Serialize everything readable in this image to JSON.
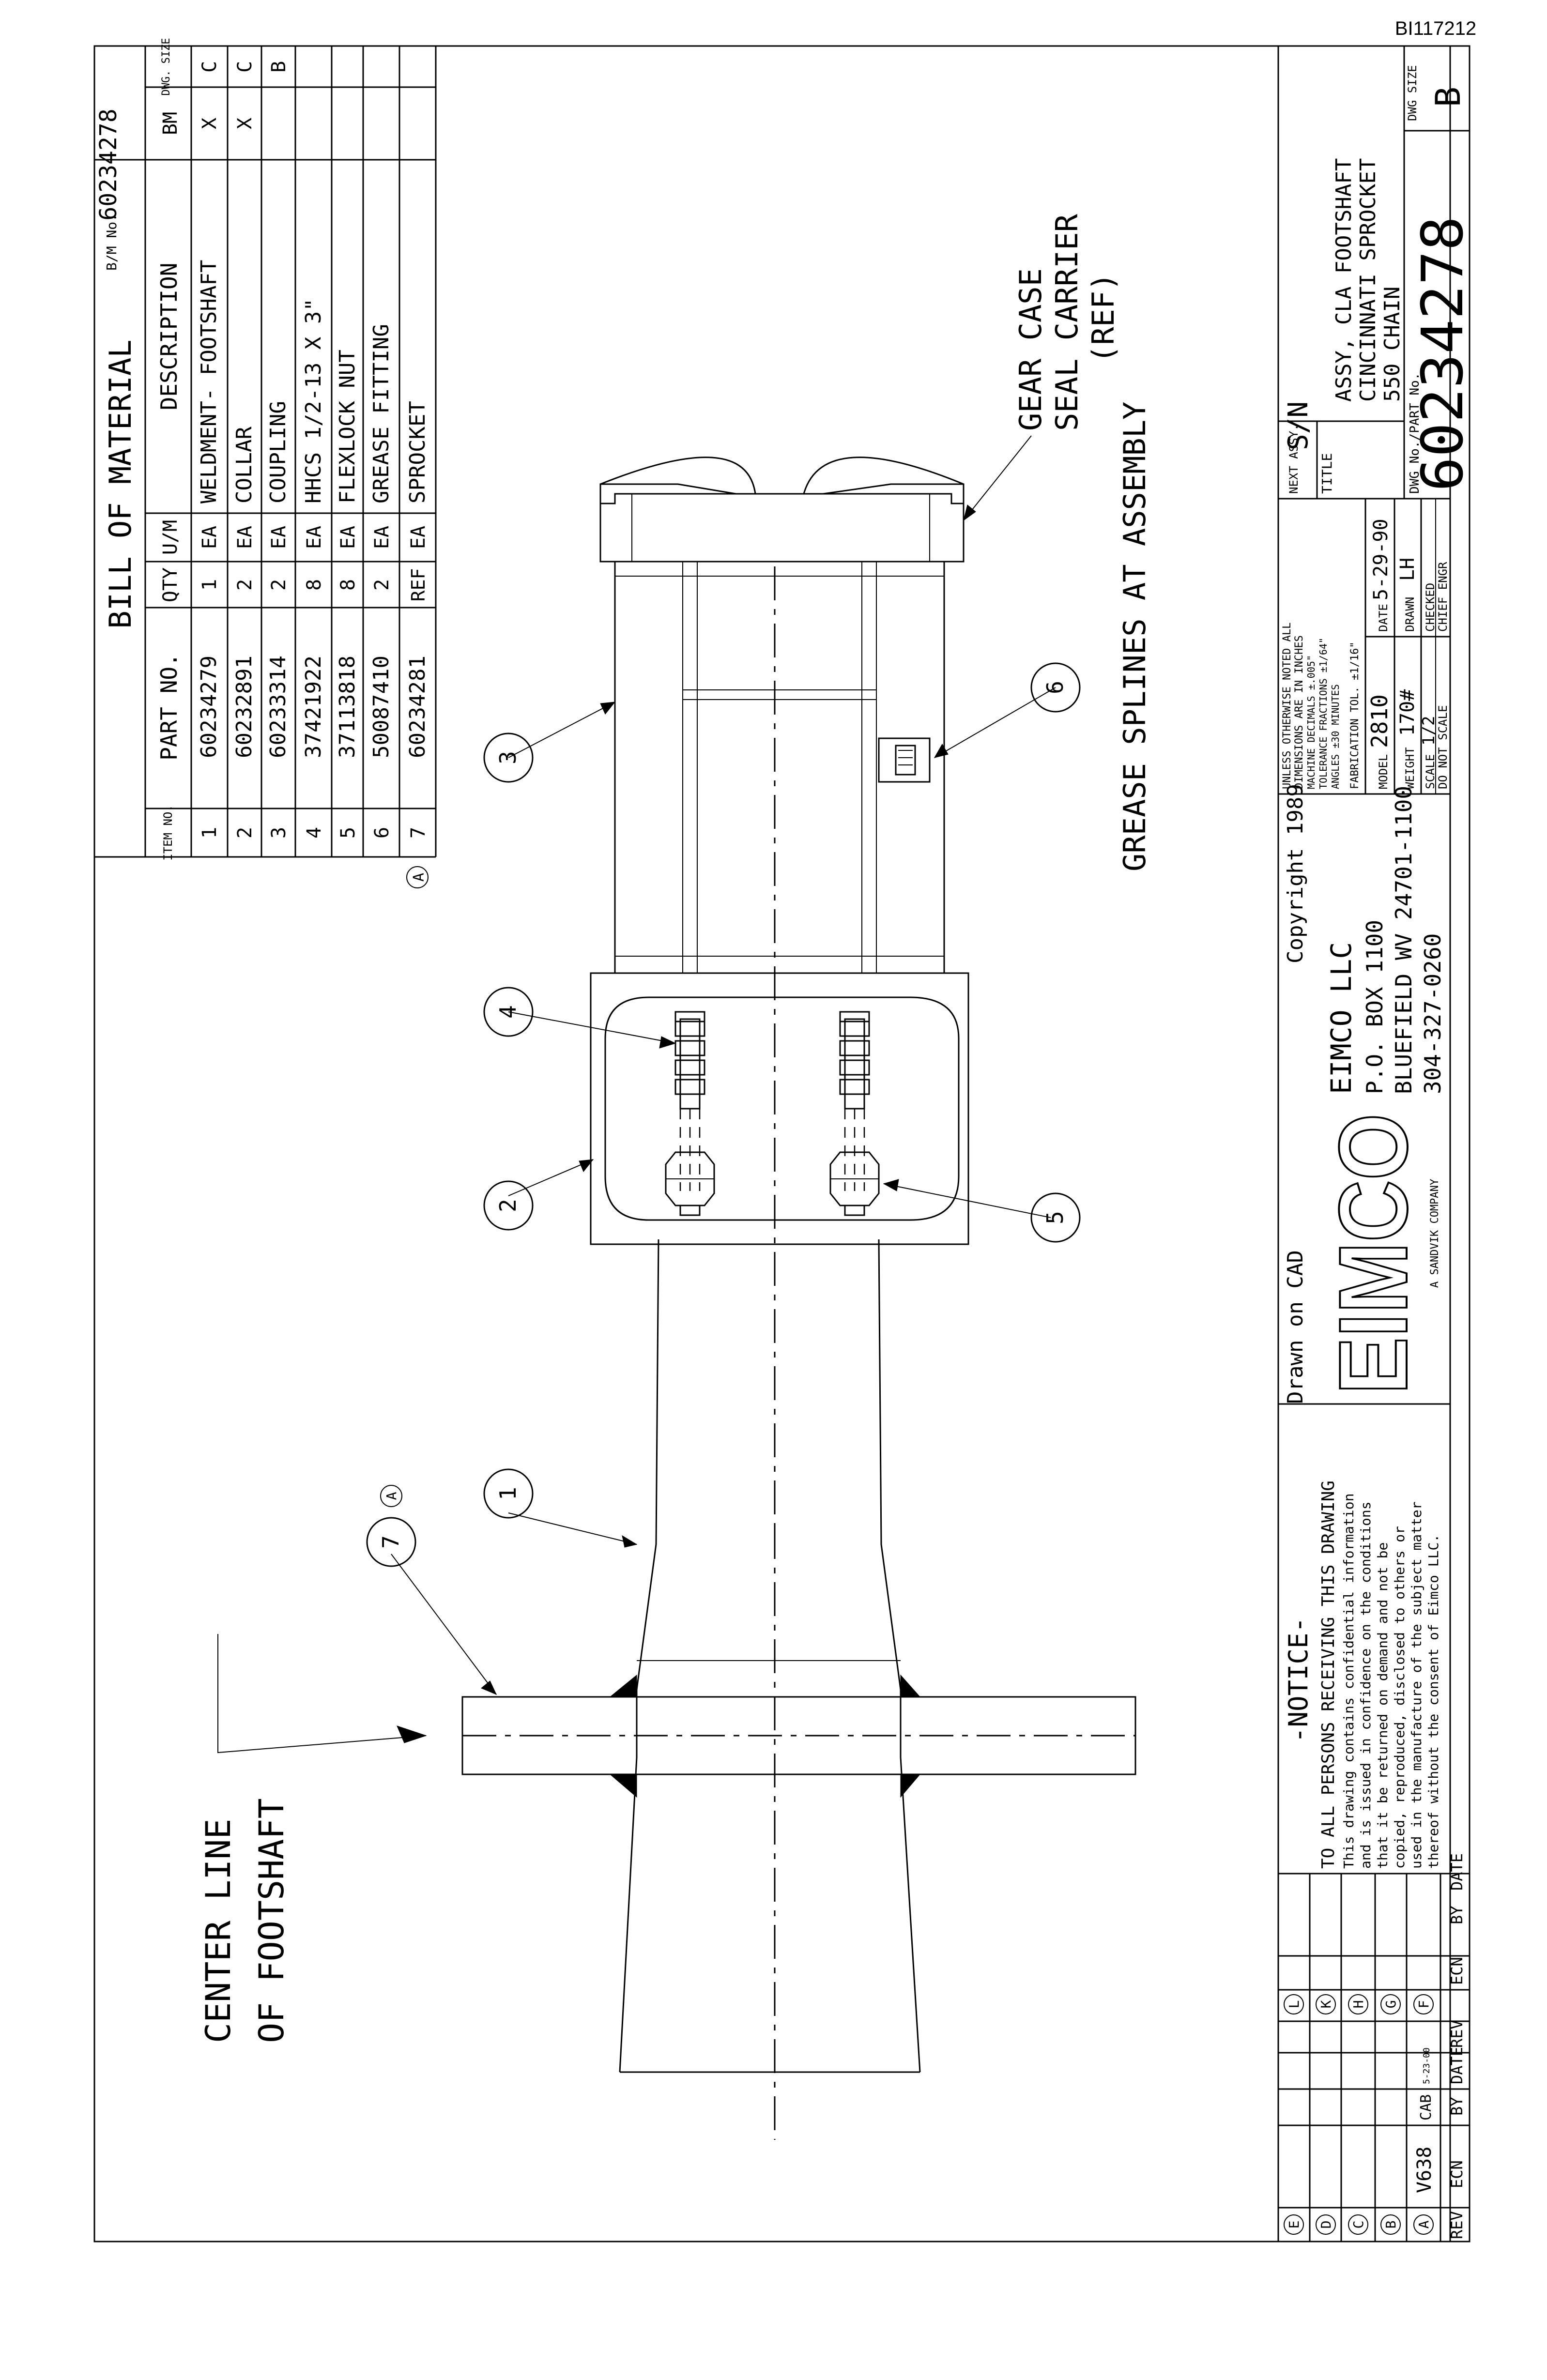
{
  "drawing_id": "BI117212",
  "bom": {
    "title": "BILL OF MATERIAL",
    "bm_no_label": "B/M No.",
    "bm_no": "60234278",
    "headers": {
      "item": "ITEM NO.",
      "part": "PART NO.",
      "qty": "QTY",
      "um": "U/M",
      "desc": "DESCRIPTION",
      "bm": "BM",
      "dwg": "DWG. SIZE"
    },
    "rows": [
      {
        "item": "1",
        "part": "60234279",
        "qty": "1",
        "um": "EA",
        "desc": "WELDMENT- FOOTSHAFT",
        "bm": "X",
        "dwg": "C"
      },
      {
        "item": "2",
        "part": "60232891",
        "qty": "2",
        "um": "EA",
        "desc": "COLLAR",
        "bm": "X",
        "dwg": "C"
      },
      {
        "item": "3",
        "part": "60233314",
        "qty": "2",
        "um": "EA",
        "desc": "COUPLING",
        "bm": "",
        "dwg": "B"
      },
      {
        "item": "4",
        "part": "37421922",
        "qty": "8",
        "um": "EA",
        "desc": "HHCS 1/2-13 X 3\"",
        "bm": "",
        "dwg": ""
      },
      {
        "item": "5",
        "part": "37113818",
        "qty": "8",
        "um": "EA",
        "desc": "FLEXLOCK NUT",
        "bm": "",
        "dwg": ""
      },
      {
        "item": "6",
        "part": "50087410",
        "qty": "2",
        "um": "EA",
        "desc": "GREASE FITTING",
        "bm": "",
        "dwg": ""
      },
      {
        "item": "7",
        "part": "60234281",
        "qty": "REF",
        "um": "EA",
        "desc": "SPROCKET",
        "bm": "",
        "dwg": ""
      }
    ],
    "row7_rev": "A"
  },
  "callouts": {
    "c1": "1",
    "c2": "2",
    "c3": "3",
    "c4": "4",
    "c5": "5",
    "c6": "6",
    "c7": "7",
    "c7_rev": "A"
  },
  "notes": {
    "centerline_1": "CENTER LINE",
    "centerline_2": "OF FOOTSHAFT",
    "gear_case_1": "GEAR CASE",
    "gear_case_2": "SEAL CARRIER",
    "gear_case_3": "(REF)",
    "grease": "GREASE SPLINES AT ASSEMBLY"
  },
  "revisions": {
    "letters_right": [
      "L",
      "K",
      "H",
      "G",
      "F"
    ],
    "letters_left": [
      "E",
      "D",
      "C",
      "B",
      "A"
    ],
    "row_a": {
      "ecn": "V638",
      "by": "CAB",
      "date": "5-23-00"
    },
    "headers": {
      "rev": "REV",
      "ecn": "ECN",
      "by": "BY",
      "date": "DATE"
    }
  },
  "notice": {
    "title": "-NOTICE-",
    "lines": [
      "TO ALL PERSONS RECEIVING THIS DRAWING",
      "This drawing contains confidential information",
      "and is issued in confidence on the conditions",
      "that it be returned on demand and not be",
      "copied, reproduced, disclosed to others or",
      "used in the manufacture of the subject matter",
      "thereof without the consent of Eimco LLC."
    ]
  },
  "company": {
    "drawn_on": "Drawn on CAD",
    "copyright": "Copyright 1989",
    "logo": "EIMCO",
    "tagline": "A SANDVIK COMPANY",
    "name": "EIMCO LLC",
    "addr1": "P.O. BOX 1100",
    "addr2": "BLUEFIELD WV 24701-1100",
    "phone": "304-327-0260"
  },
  "tolerance": {
    "lines": [
      "UNLESS OTHERWISE NOTED ALL",
      "DIMENSIONS ARE IN INCHES",
      "MACHINE     DECIMALS ±.005\"",
      "TOLERANCE   FRACTIONS ±1/64\"",
      "             ANGLES ±30 MINUTES",
      "FABRICATION TOL. ±1/16\""
    ]
  },
  "info": {
    "model_label": "MODEL",
    "model": "2810",
    "date_label": "DATE",
    "date": "5-29-90",
    "weight_label": "WEIGHT",
    "weight": "170#",
    "drawn_label": "DRAWN",
    "drawn": "LH",
    "scale_label": "SCALE",
    "scale": "1/2",
    "checked_label": "CHECKED",
    "dns": "DO NOT SCALE",
    "chief_label": "CHIEF ENGR"
  },
  "title_block": {
    "next_assy_label": "NEXT ASSY.",
    "next_assy": "S/N",
    "title_label": "TITLE",
    "title_1": "ASSY, CLA FOOTSHAFT",
    "title_2": "CINCINNATI SPROCKET",
    "title_3": "550 CHAIN",
    "dwg_no_label": "DWG No./PART No.",
    "dwg_no": "60234278",
    "dwg_size_label": "DWG SIZE",
    "dwg_size": "B"
  }
}
